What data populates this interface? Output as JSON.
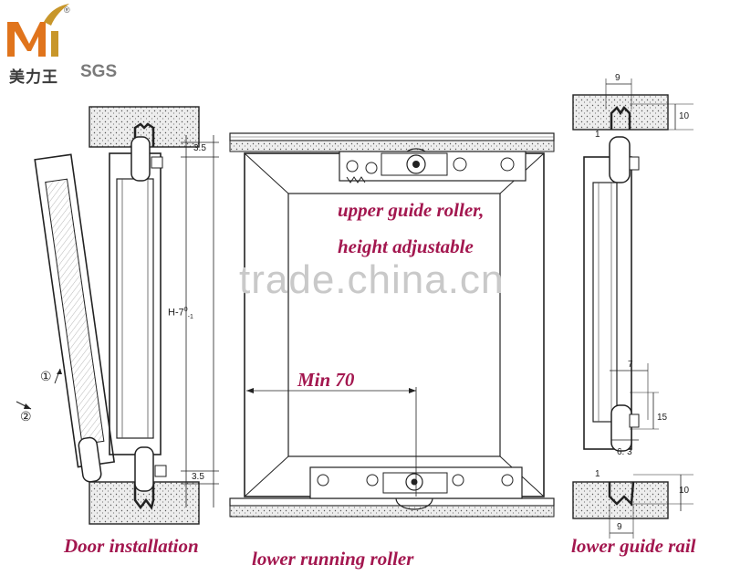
{
  "brand": {
    "logo_letters": "Mi",
    "name_cn": "美力王",
    "cert": "SGS",
    "registered": "®"
  },
  "labels": {
    "upper_guide_1": "upper guide roller,",
    "upper_guide_2": "height adjustable",
    "min": "Min 70",
    "door_installation": "Door installation",
    "lower_running": "lower running roller",
    "lower_guide": "lower guide rail"
  },
  "dimensions": {
    "top_clear": "3.5",
    "bottom_clear": "3.5",
    "height": "H-7",
    "height_sup": "0",
    "height_sub": "-1",
    "top_width": "9",
    "top_depth": "10",
    "top_gap": "1",
    "mid_width": "7",
    "mid_height": "15",
    "mid_base": "6. 3",
    "bottom_gap": "1",
    "bottom_depth": "10",
    "bottom_width": "9"
  },
  "steps": {
    "one": "①",
    "two": "②"
  },
  "watermark": "trade.china.cn",
  "colors": {
    "caption": "#a3174f",
    "line": "#222222",
    "hatch": "#e3e3e3",
    "logo_orange": "#e0741c",
    "logo_gold": "#c8962a"
  }
}
